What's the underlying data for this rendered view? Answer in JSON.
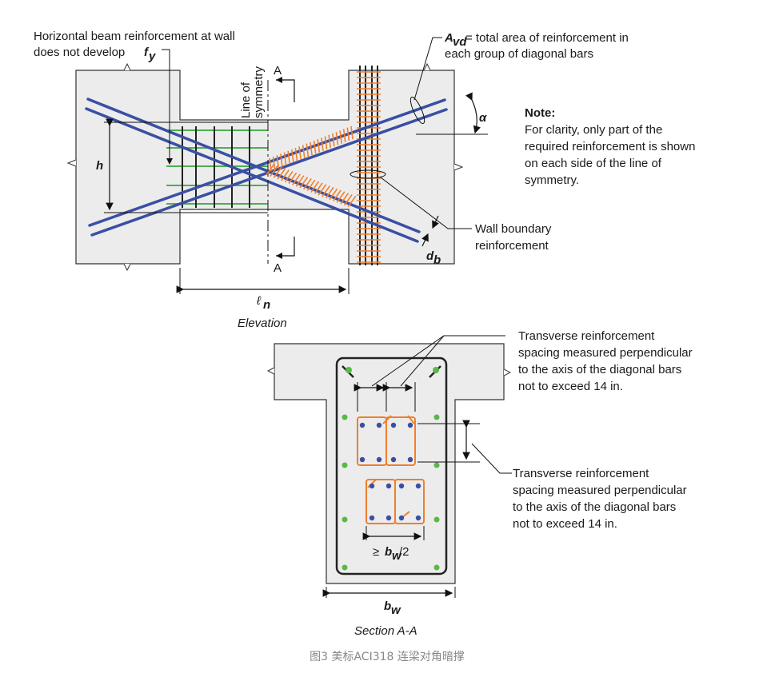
{
  "labels": {
    "horiz_reinf_line1": "Horizontal beam reinforcement at wall",
    "horiz_reinf_line2": "does not develop",
    "fy_main": "f",
    "fy_sub": "y",
    "avd_main": "A",
    "avd_sub": "vd",
    "avd_rest": " = total area of reinforcement in",
    "avd_line2": "each group of diagonal bars",
    "line_of_symmetry_1": "Line of",
    "line_of_symmetry_2": "symmetry",
    "section_a_top": "A",
    "section_a_bottom": "A",
    "alpha": "α",
    "note_title": "Note:",
    "note_lines": [
      "For clarity, only part of the",
      "required reinforcement is shown",
      "on each side of the line of",
      "symmetry."
    ],
    "h": "h",
    "wall_boundary_1": "Wall boundary",
    "wall_boundary_2": "reinforcement",
    "db_main": "d",
    "db_sub": "b",
    "ln_main": "ℓ",
    "ln_sub": "n",
    "elevation": "Elevation",
    "transverse_top": [
      "Transverse reinforcement",
      "spacing measured perpendicular",
      "to the axis of the diagonal bars",
      "not to exceed 14 in."
    ],
    "transverse_right": [
      "Transverse reinforcement",
      "spacing measured perpendicular",
      "to the axis of the diagonal bars",
      "not to exceed 14 in."
    ],
    "bw_half_prefix": "≥ ",
    "bw_half_main": "b",
    "bw_half_sub": "w",
    "bw_half_suffix": "/2",
    "bw_main": "b",
    "bw_sub": "w",
    "section_title": "Section A-A",
    "caption": "图3 美标ACI318 连梁对角暗撑"
  },
  "colors": {
    "diagonal_bars": "#3a4fa3",
    "horizontal_bars": "#4caf50",
    "ties": "#f07f2c",
    "concrete": "#ececec"
  }
}
